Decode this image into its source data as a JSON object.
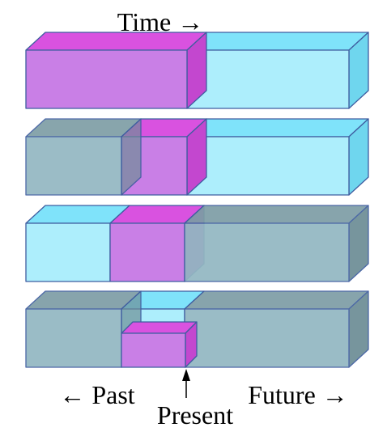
{
  "title": "Time →",
  "labels": {
    "past": "← Past",
    "future": "Future →",
    "present": "Present"
  },
  "colors": {
    "cyan_front": "#adeefc",
    "cyan_top": "#7fe3fa",
    "cyan_side": "#6fd6ee",
    "magenta_front": "#c97fe6",
    "magenta_top": "#d952e0",
    "magenta_side": "#c347cf",
    "gray_front": "#93b7c2",
    "gray_top": "#7e9ea6",
    "gray_side": "#6d8e96",
    "outline": "#3f5da0"
  }
}
